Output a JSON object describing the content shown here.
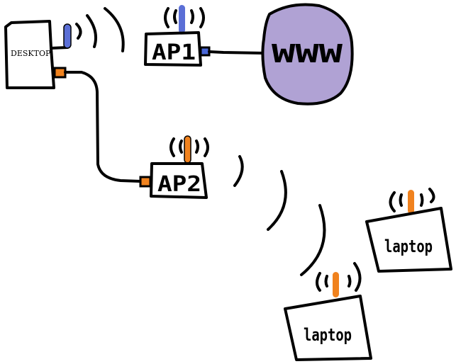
{
  "diagram": {
    "colors": {
      "wifi_antenna": "#5b6fd6",
      "wired_port": "#f0821e",
      "wired_port_ap1": "#4a68d8",
      "internet_cloud": "#b0a2d4",
      "ink": "#000000"
    },
    "nodes": {
      "desktop": {
        "label": "DESKTOP",
        "antenna_color": "blue",
        "wired_port_color": "orange"
      },
      "ap1": {
        "label": "AP1",
        "antenna_color": "blue",
        "wired_port_color": "blue"
      },
      "www": {
        "label": "WWW"
      },
      "ap2": {
        "label": "AP2",
        "antenna_color": "orange",
        "wired_port_color": "orange"
      },
      "laptop1": {
        "label": "laptop",
        "antenna_color": "orange"
      },
      "laptop2": {
        "label": "laptop",
        "antenna_color": "orange"
      }
    },
    "edges": [
      {
        "from": "ap1",
        "to": "www",
        "type": "wired"
      },
      {
        "from": "desktop",
        "to": "ap2",
        "type": "wired"
      },
      {
        "from": "desktop",
        "to": "ap1",
        "type": "wireless"
      },
      {
        "from": "ap2",
        "to": "laptop1",
        "type": "wireless"
      },
      {
        "from": "ap2",
        "to": "laptop2",
        "type": "wireless"
      }
    ]
  }
}
